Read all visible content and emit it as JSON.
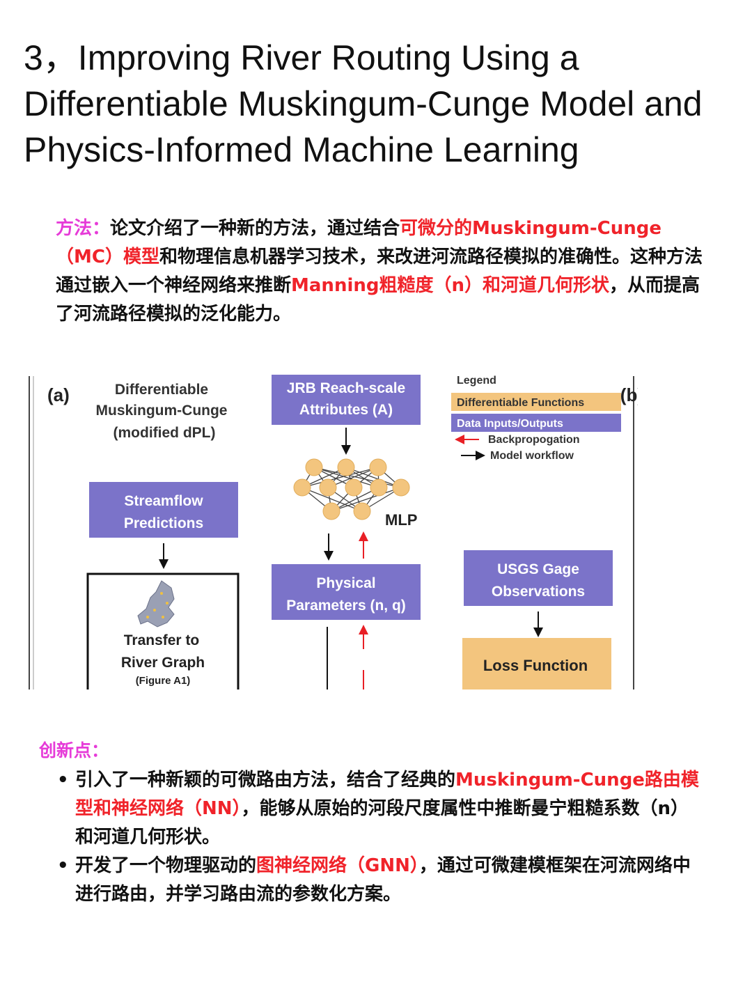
{
  "title": "3，Improving River Routing Using a Differentiable Muskingum-Cunge Model and Physics-Informed Machine Learning",
  "method": {
    "label": "方法：",
    "t1": "论文介绍了一种新的方法，通过结合",
    "h1": "可微分的Muskingum-Cunge（MC）模型",
    "t2": "和物理信息机器学习技术，来改进河流路径模拟的准确性。这种方法通过嵌入一个神经网络来推断",
    "h2": "Manning粗糙度（n）和河道几何形状",
    "t3": "，从而提高了河流路径模拟的泛化能力。"
  },
  "figure": {
    "panel_a": "(a)",
    "panel_b": "(b)",
    "dmc_title_1": "Differentiable",
    "dmc_title_2": "Muskingum-Cunge",
    "dmc_title_3": "(modified dPL)",
    "jrb_1": "JRB Reach-scale",
    "jrb_2": "Attributes (A)",
    "legend_title": "Legend",
    "legend_diff": "Differentiable Functions",
    "legend_data": "Data Inputs/Outputs",
    "legend_back": "Backpropogation",
    "legend_flow": "Model workflow",
    "stream_1": "Streamflow",
    "stream_2": "Predictions",
    "mlp": "MLP",
    "phys_1": "Physical",
    "phys_2": "Parameters (n, q)",
    "usgs_1": "USGS Gage",
    "usgs_2": "Observations",
    "transfer_1": "Transfer to",
    "transfer_2": "River Graph",
    "transfer_3": "(Figure A1)",
    "loss": "Loss Function",
    "colors": {
      "purple": "#7b73c9",
      "orange": "#f3c57e",
      "red": "#e81f25"
    }
  },
  "innovation": {
    "label": "创新点：",
    "b1_t1": "引入了一种新颖的可微路由方法，结合了经典的",
    "b1_h1": "Muskingum-Cunge路由模型和神经网络（NN）",
    "b1_t2": "，能够从原始的河段尺度属性中推断曼宁粗糙系数（n）和河道几何形状。",
    "b2_t1": "开发了一个物理驱动的",
    "b2_h1": "图神经网络（GNN）",
    "b2_t2": "，通过可微建模框架在河流网络中进行路由，并学习路由流的参数化方案。"
  }
}
